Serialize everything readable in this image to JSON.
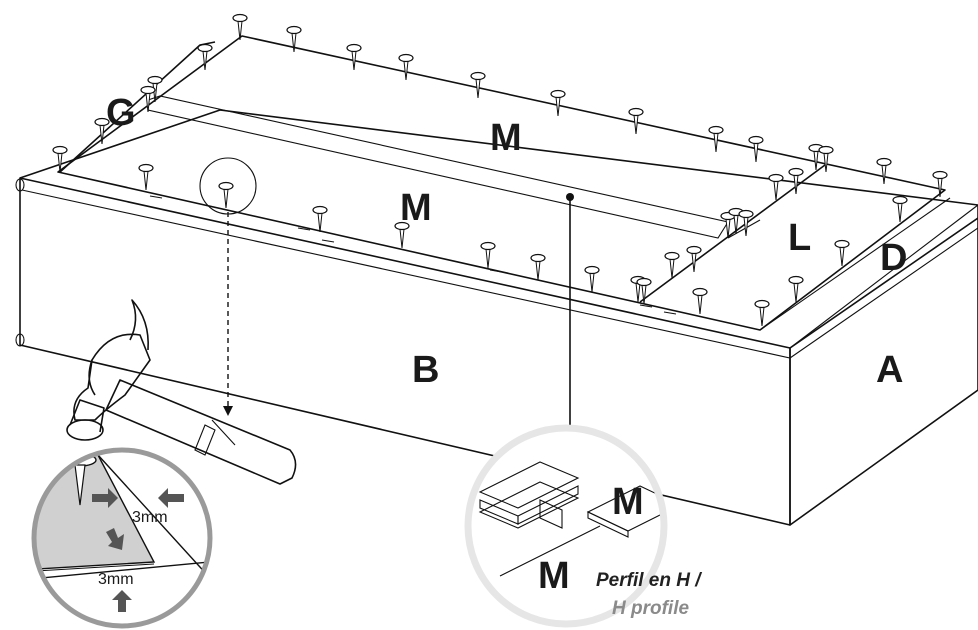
{
  "labels": {
    "panel_top_back": "M",
    "panel_top_front": "M",
    "panel_left": "G",
    "panel_right": "D",
    "panel_small": "L",
    "side_front": "B",
    "side_right": "A",
    "detail_m_top": "M",
    "detail_m_bottom": "M"
  },
  "detail_nail": {
    "gap_top": "3mm",
    "gap_bottom": "3mm"
  },
  "detail_profile": {
    "caption_es": "Perfil en H /",
    "caption_en": "H profile"
  },
  "colors": {
    "line": "#111111",
    "circle_ring": "#e6e6e6",
    "panel_gray": "#d0d0d0",
    "arrow_gray": "#555555",
    "caption_gray": "#8a8a8a"
  },
  "icons": [
    "nail-icon",
    "hammer-icon",
    "arrow-icon"
  ]
}
